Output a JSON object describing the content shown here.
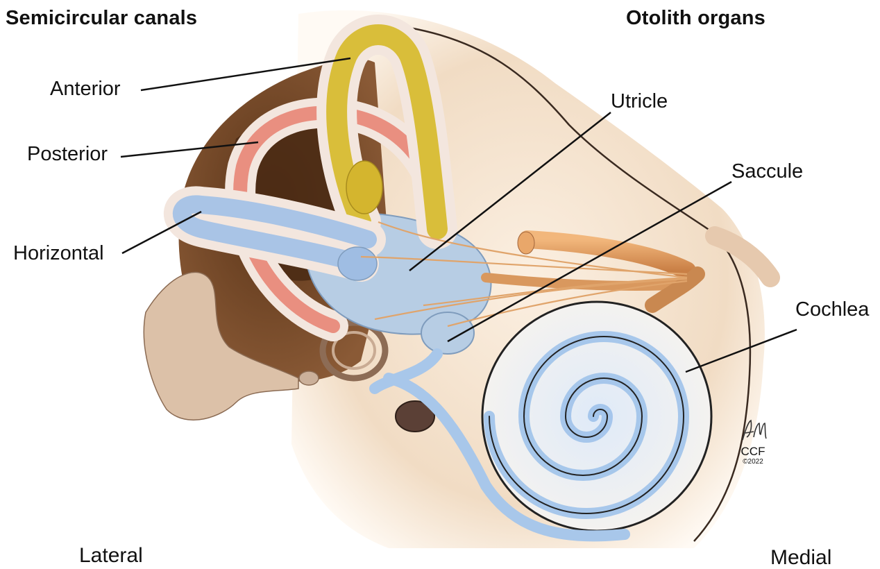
{
  "headings": {
    "semicircular_canals": "Semicircular canals",
    "otolith_organs": "Otolith organs"
  },
  "labels": {
    "anterior": "Anterior",
    "posterior": "Posterior",
    "horizontal": "Horizontal",
    "utricle": "Utricle",
    "saccule": "Saccule",
    "cochlea": "Cochlea"
  },
  "orientation": {
    "lateral": "Lateral",
    "medial": "Medial"
  },
  "signature": {
    "initials": "AM",
    "org": "CCF",
    "year": "©2022"
  },
  "colors": {
    "anterior_canal": "#d9be3a",
    "posterior_canal": "#e98f80",
    "horizontal_canal": "#a9c4e6",
    "vestibule": "#b7cde4",
    "cochlea_duct": "#a8c7ea",
    "nerve": "#d9985e",
    "bone": "#f0dcc5",
    "shadow": "#6b4228"
  }
}
